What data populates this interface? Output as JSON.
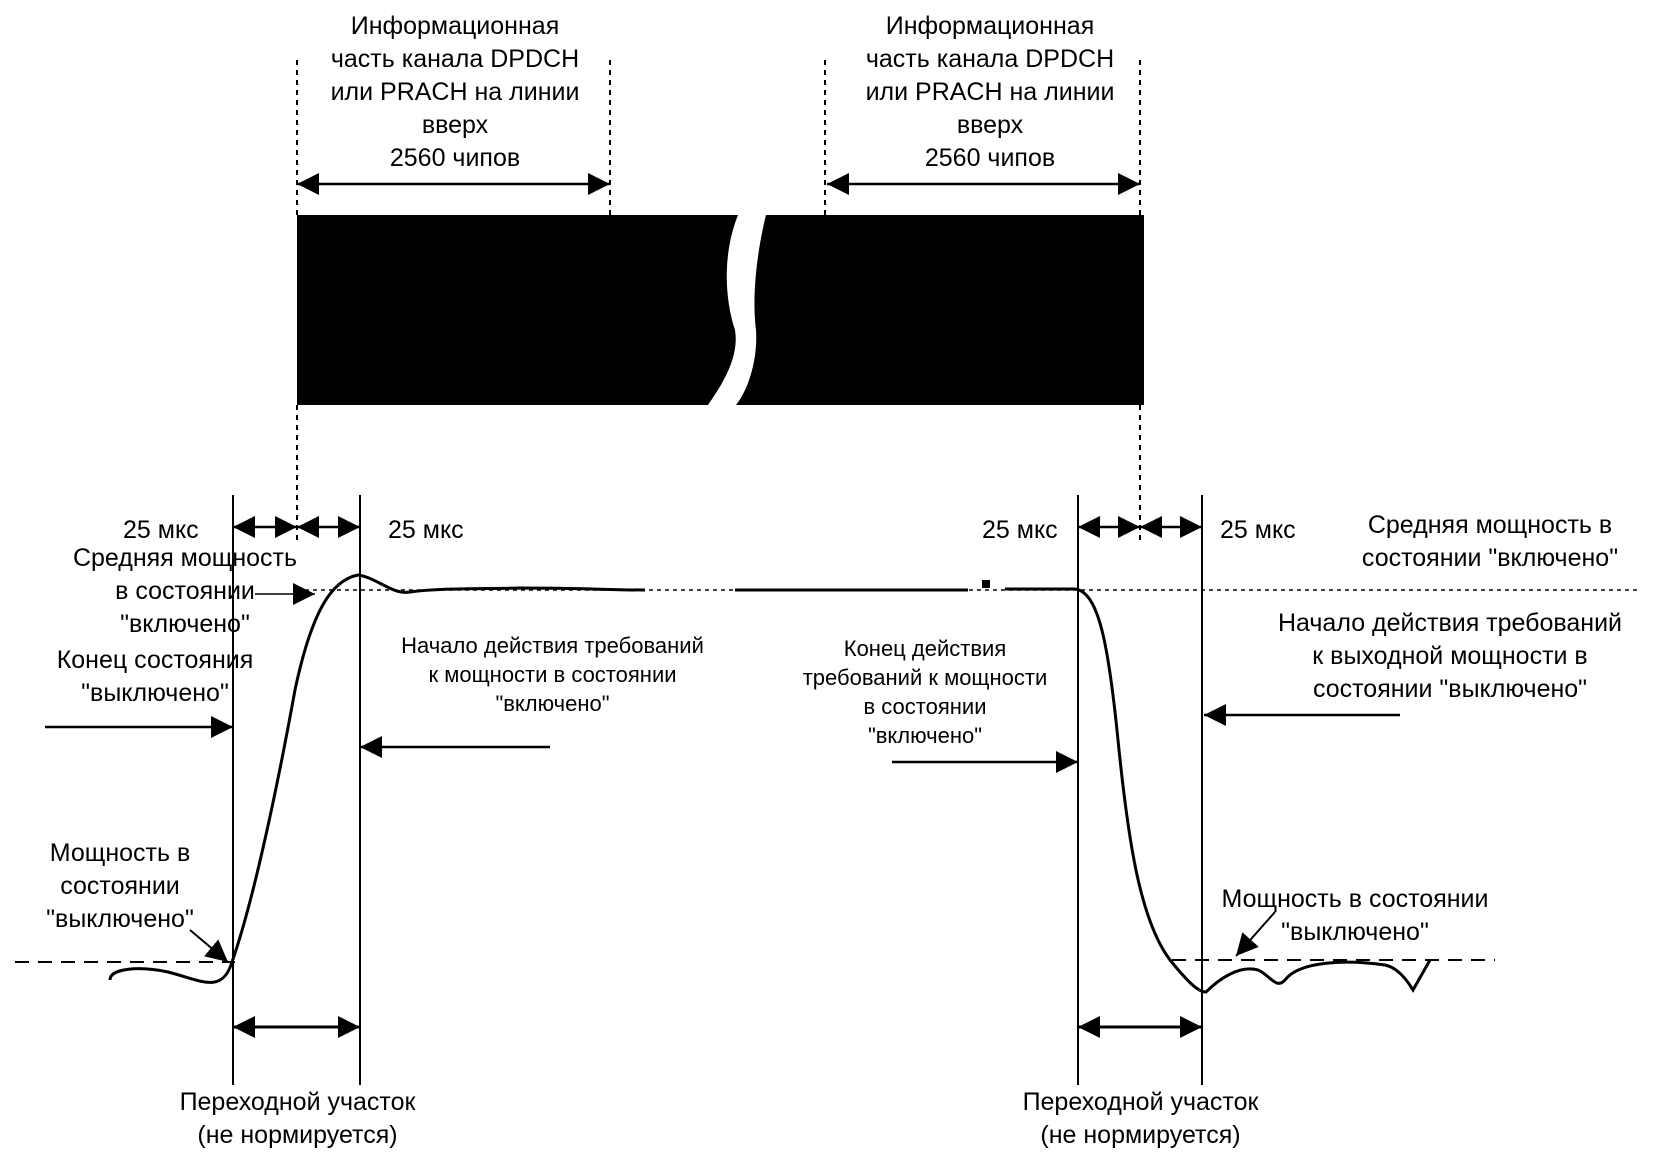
{
  "header_left": [
    "Информационная",
    "часть канала DPDCH",
    "или PRACH на линии",
    "вверх",
    "2560 чипов"
  ],
  "header_right": [
    "Информационная",
    "часть канала DPDCH",
    "или PRACH на линии",
    "вверх",
    "2560 чипов"
  ],
  "time_25us": "25 мкс",
  "avg_on_power_left": [
    "Средняя мощность",
    "в состоянии",
    "\"включено\""
  ],
  "avg_on_power_right": [
    "Средняя мощность в",
    "состоянии \"включено\""
  ],
  "end_off_state": [
    "Конец  состояния",
    "\"выключено\""
  ],
  "start_on_requirements": [
    "Начало действия требований",
    "к мощности в состоянии",
    "\"включено\""
  ],
  "end_on_requirements": [
    "Конец  действия",
    "требований к мощности",
    "в состоянии",
    "\"включено\""
  ],
  "start_off_requirements": [
    "Начало действия требований",
    "к выходной мощности в",
    "состоянии \"выключено\""
  ],
  "off_power_left": [
    "Мощность в",
    "состоянии",
    "\"выключено\""
  ],
  "off_power_right": [
    "Мощность в состоянии",
    "\"выключено\""
  ],
  "transition": [
    "Переходной участок",
    "(не нормируется)"
  ]
}
